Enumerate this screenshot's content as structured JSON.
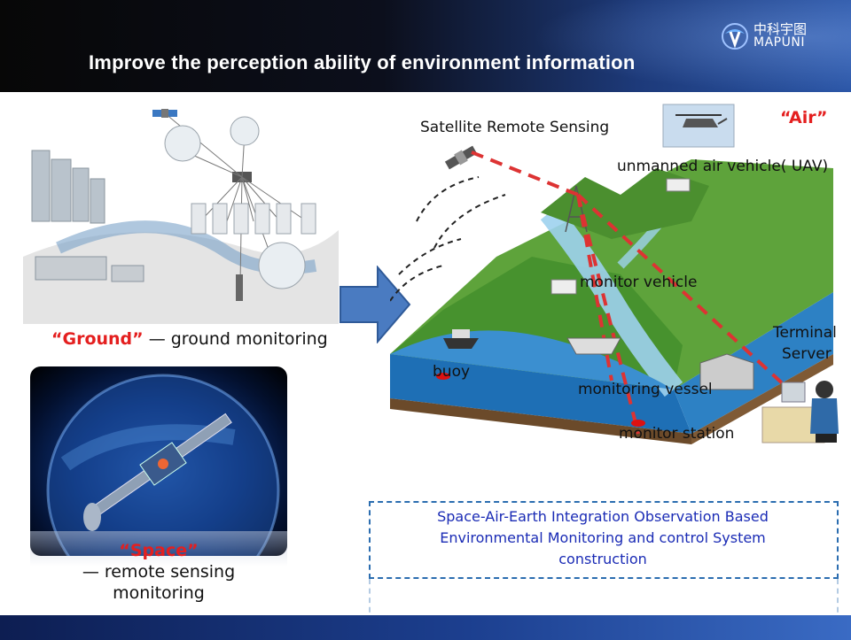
{
  "header": {
    "title": "Improve the perception ability of environment information",
    "logo_cn": "中科宇图",
    "logo_en": "MAPUNI"
  },
  "left": {
    "ground_label": "“Ground”",
    "ground_desc": "— ground monitoring",
    "space_label": "“Space”",
    "space_desc_line1": "— remote sensing",
    "space_desc_line2": "monitoring"
  },
  "scene": {
    "air_label": "“Air”",
    "satellite": "Satellite Remote Sensing",
    "uav": "unmanned air vehicle( UAV)",
    "vehicle": "monitor vehicle",
    "terminal": "Terminal",
    "server": "Server",
    "buoy": "buoy",
    "vessel": "monitoring vessel",
    "station": "monitor station"
  },
  "summary": {
    "line1": "Space-Air-Earth Integration Observation Based",
    "line2": "Environmental Monitoring and control System",
    "line3": "construction"
  },
  "colors": {
    "accent_red": "#e41f1f",
    "text_blue": "#1a2bb5",
    "header_dark": "#070707",
    "header_blue": "#2c57a8"
  }
}
